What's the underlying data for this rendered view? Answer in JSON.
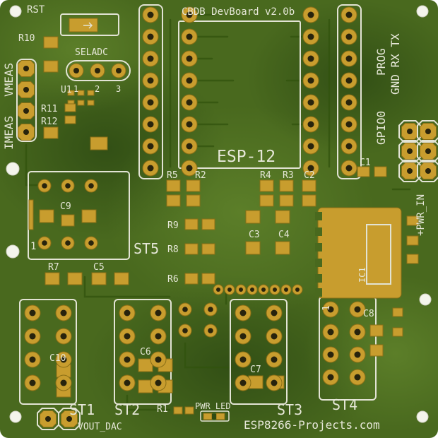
{
  "board": {
    "title": "CBDB DevBoard v2.0b",
    "module": "ESP-12",
    "website": "ESP8266-Projects.com",
    "colors": {
      "soldermask_green": "#49691e",
      "pad_gold": "#c89d2e",
      "silkscreen_white": "#e6e7d8"
    }
  },
  "silkscreen": {
    "rst": "RST",
    "r10": "R10",
    "seladc": "SELADC",
    "u1": "U1",
    "pin1": "1",
    "pin2": "2",
    "pin3": "3",
    "vmeas": "VMEAS",
    "imeas": "IMEAS",
    "r11": "R11",
    "r12": "R12",
    "r5": "R5",
    "r2": "R2",
    "r4": "R4",
    "r3": "R3",
    "c2": "C2",
    "r9": "R9",
    "r8": "R8",
    "r6": "R6",
    "c3": "C3",
    "c4": "C4",
    "c9": "C9",
    "st5": "ST5",
    "st5_pin1": "1",
    "r7": "R7",
    "c5": "C5",
    "c1": "C1",
    "prog": "PROG",
    "gnd_rx_tx": "GND RX TX",
    "gpio0": "GPIO0",
    "pwr_in": "+PWR_IN",
    "ic1": "IC1",
    "c10": "C10",
    "c6": "C6",
    "c7": "C7",
    "c8": "C8",
    "st1": "ST1",
    "st2": "ST2",
    "st3": "ST3",
    "st4": "ST4",
    "st4_pin1": "1",
    "r1": "R1",
    "pwr_led": "PWR_LED",
    "vout_dac": "VOUT_DAC"
  }
}
